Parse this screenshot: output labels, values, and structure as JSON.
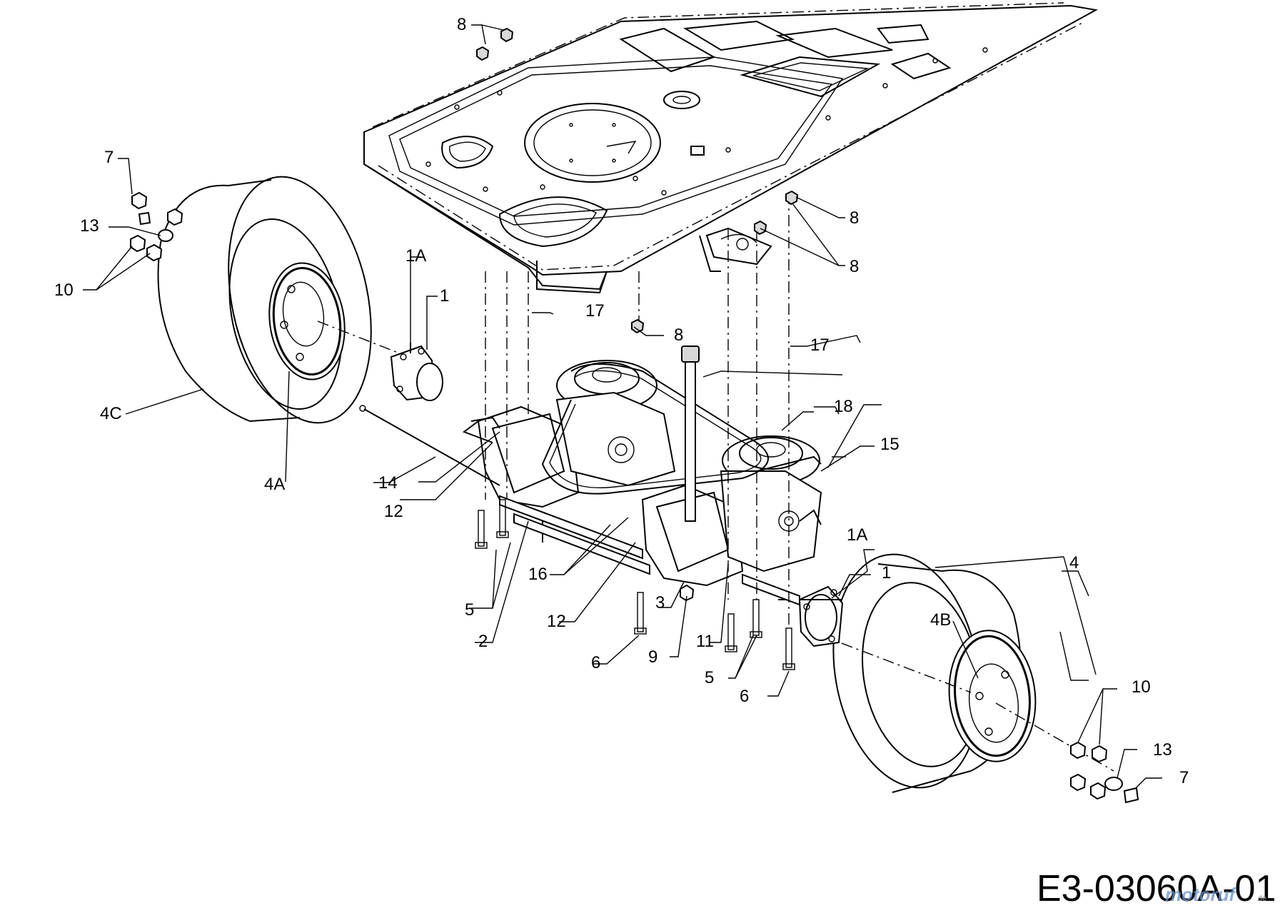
{
  "drawing_code": "E3-03060A-01",
  "watermark": {
    "text": "motoruf",
    "suffix": "de"
  },
  "callouts": {
    "c1_left": "1",
    "c1a_left": "1A",
    "c1_right": "1",
    "c1a_right": "1A",
    "c2": "2",
    "c3": "3",
    "c4": "4",
    "c4a": "4A",
    "c4b": "4B",
    "c4c": "4C",
    "c5_left": "5",
    "c5_right": "5",
    "c6_left": "6",
    "c6_right": "6",
    "c7_left": "7",
    "c7_right": "7",
    "c8_top": "8",
    "c8_right_upper": "8",
    "c8_right_lower": "8",
    "c8_center": "8",
    "c9": "9",
    "c10_left": "10",
    "c10_right": "10",
    "c11": "11",
    "c12_upper": "12",
    "c12_lower": "12",
    "c13_left": "13",
    "c13_right": "13",
    "c14": "14",
    "c15": "15",
    "c16": "16",
    "c17_left": "17",
    "c17_right": "17",
    "c18": "18"
  }
}
